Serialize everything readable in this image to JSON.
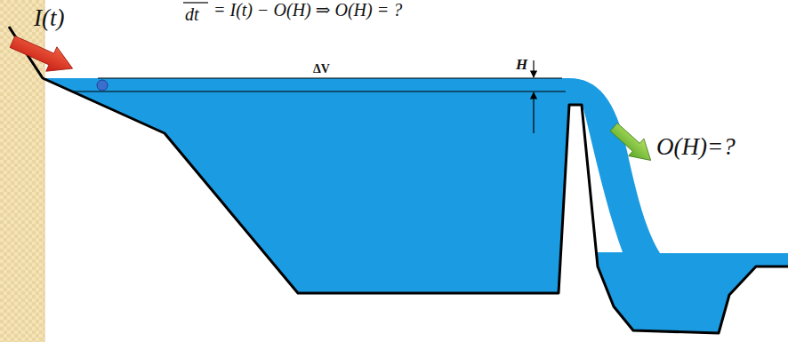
{
  "diagram": {
    "labels": [
      "I(t)",
      "dt",
      "= I(t) − O(H) ⇒ O(H) = ?",
      "H",
      "ΔV",
      "O(H)=?"
    ]
  }
}
